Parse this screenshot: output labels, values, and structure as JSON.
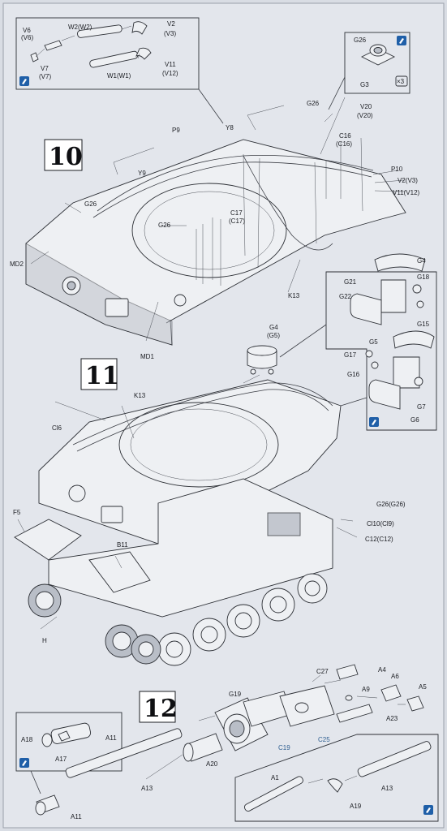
{
  "steps": {
    "step10": "10",
    "step11": "11",
    "step12": "12"
  },
  "labels": {
    "v6": "V6",
    "v6b": "(V6)",
    "w2": "W2(W2)",
    "v2": "V2",
    "v3": "(V3)",
    "v7": "V7",
    "v7b": "(V7)",
    "v11": "V11",
    "v12": "(V12)",
    "w1": "W1(W1)",
    "g26_box": "G26",
    "g3": "G3",
    "badge_x3": "×3",
    "y8": "Y8",
    "g26_top": "G26",
    "v20": "V20",
    "v20b": "(V20)",
    "c16": "C16",
    "c16b": "(C16)",
    "p9": "P9",
    "p10": "P10",
    "v2v3": "V2(V3)",
    "v11v12": "V11(V12)",
    "y9": "Y9",
    "g26_left": "G26",
    "g26_mid": "G26",
    "c17": "C17",
    "c17b": "(C17)",
    "md2": "MD2",
    "md1": "MD1",
    "k13_a": "K13",
    "g4_a": "G4",
    "g21": "G21",
    "g18": "G18",
    "g22": "G22",
    "g15": "G15",
    "g4g5": "G4",
    "g5b": "(G5)",
    "g5": "G5",
    "g17": "G17",
    "g16": "G16",
    "g7": "G7",
    "g6": "G6",
    "k13_b": "K13",
    "c16_b": "Cl6",
    "g26g26": "G26(G26)",
    "cl10": "Cl10(Cl9)",
    "f5": "F5",
    "b11": "B11",
    "c12": "C12(C12)",
    "h": "H",
    "c27": "C27",
    "a4": "A4",
    "a6": "A6",
    "a5": "A5",
    "a9": "A9",
    "g19": "G19",
    "a23": "A23",
    "a18": "A18",
    "a17": "A17",
    "a11_top": "A11",
    "c19": "C19",
    "c25": "C25",
    "a20": "A20",
    "a13_a": "A13",
    "a1": "A1",
    "a13_b": "A13",
    "a19": "A19",
    "a11_bot": "A11"
  }
}
